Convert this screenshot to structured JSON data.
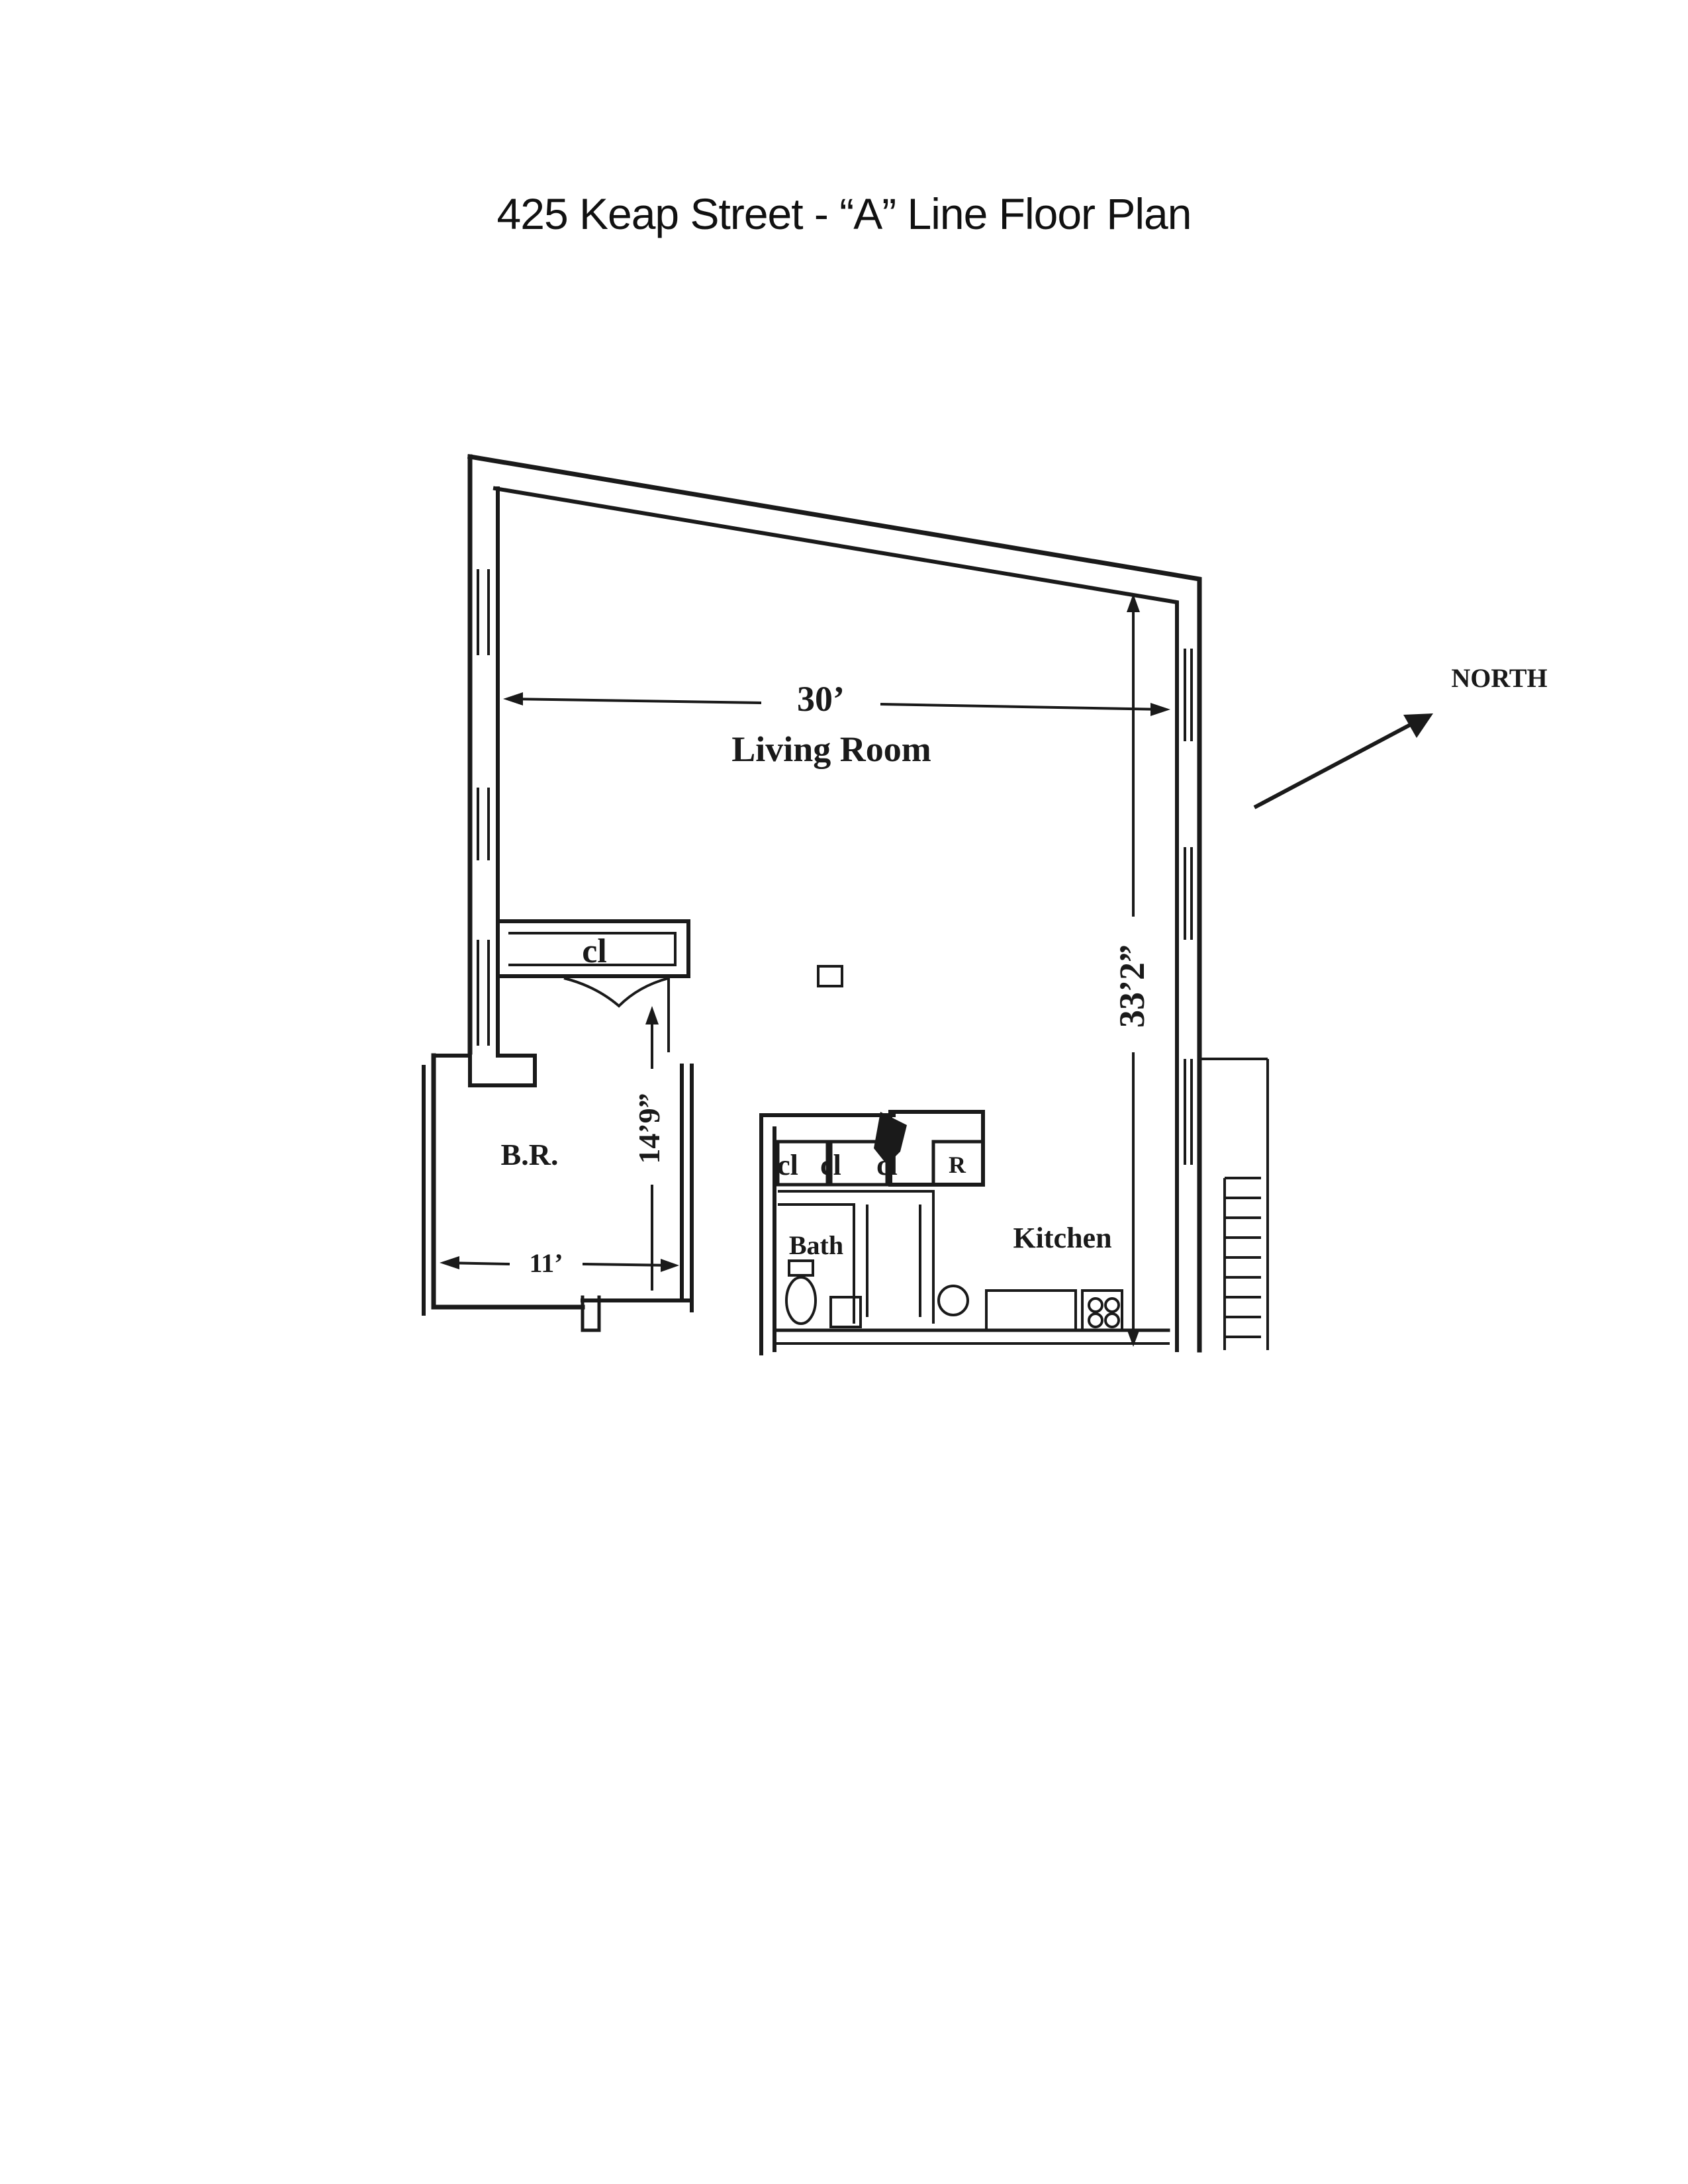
{
  "title": "425 Keap Street - “A” Line Floor Plan",
  "plan": {
    "living_room_label": "Living Room",
    "living_room_width": "30’",
    "living_room_length": "33’2”",
    "closet_label": "cl",
    "bedroom_label": "B.R.",
    "bedroom_length": "14’9”",
    "bedroom_width": "11’",
    "small_closet_1": "cl",
    "small_closet_2": "cl",
    "small_closet_3": "cl",
    "refrigerator_label": "R",
    "bath_label": "Bath",
    "kitchen_label": "Kitchen",
    "north_label": "NORTH"
  }
}
